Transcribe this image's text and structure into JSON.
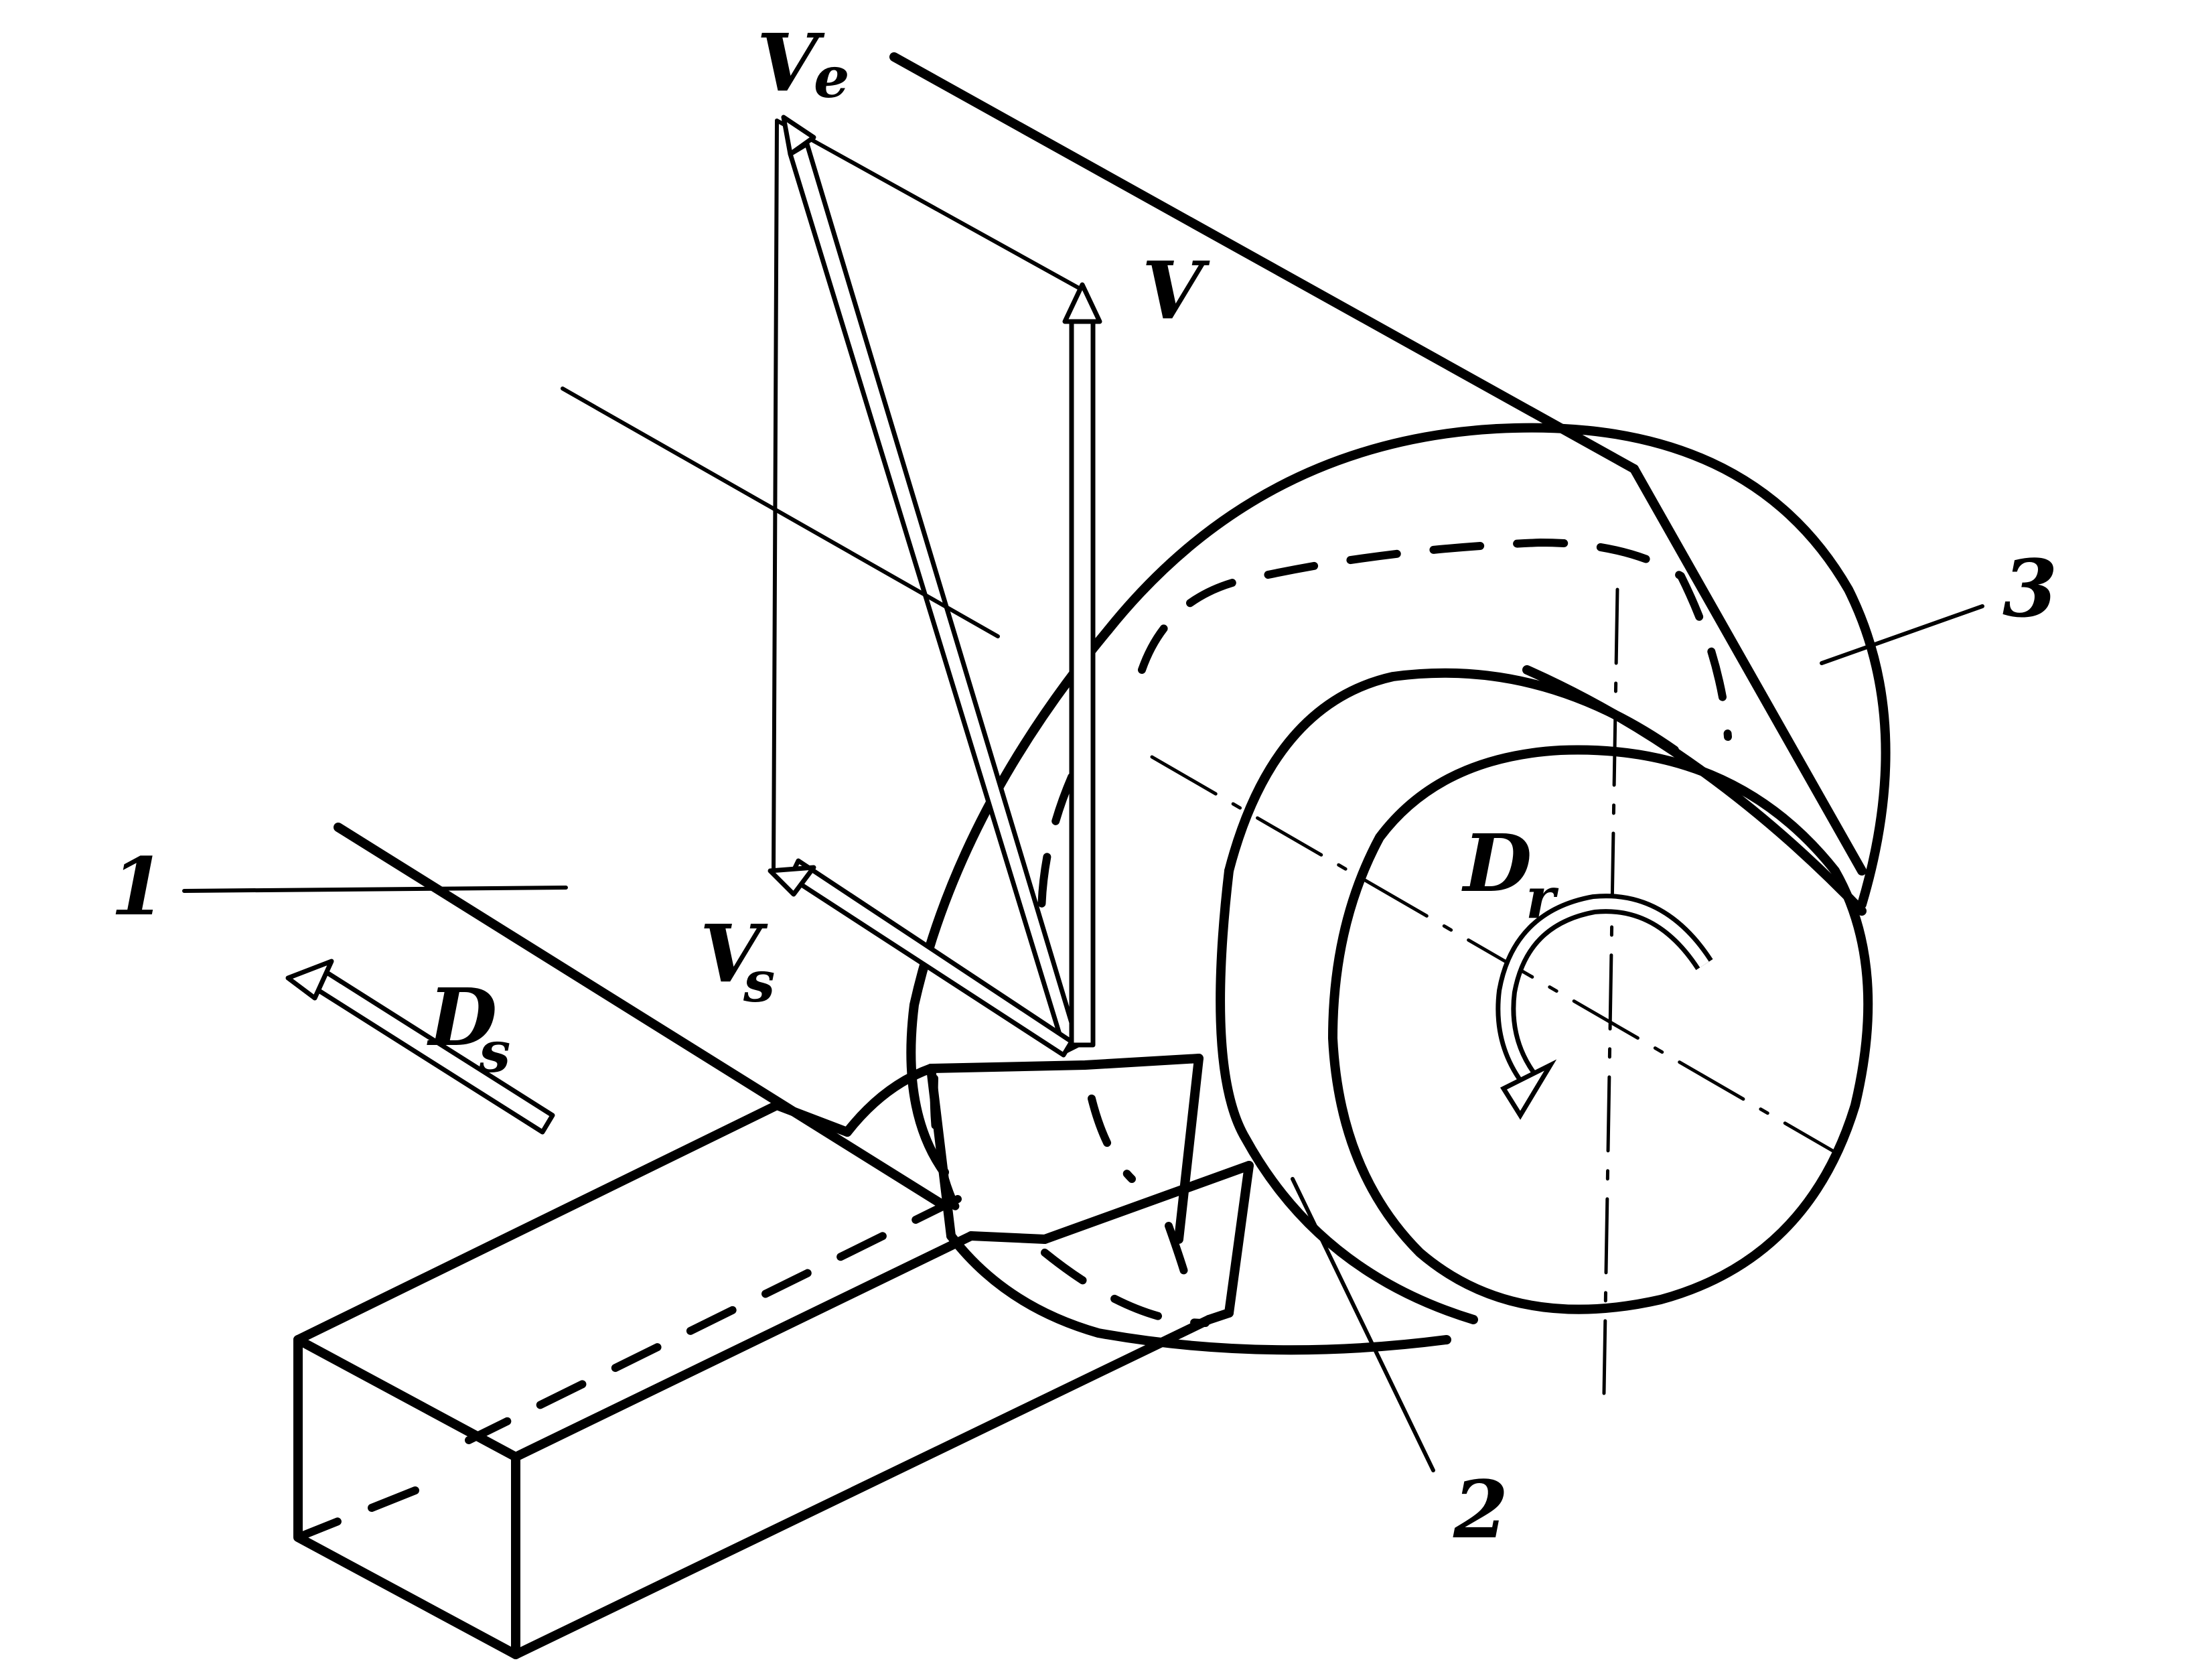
{
  "labels": {
    "ve_main": "V",
    "ve_sub": "e",
    "v": "V",
    "vs_main": "V",
    "vs_sub": "s",
    "ds_main": "D",
    "ds_sub": "s",
    "dr_main": "D",
    "dr_sub": "r",
    "part1": "1",
    "part2": "2",
    "part3": "3"
  }
}
